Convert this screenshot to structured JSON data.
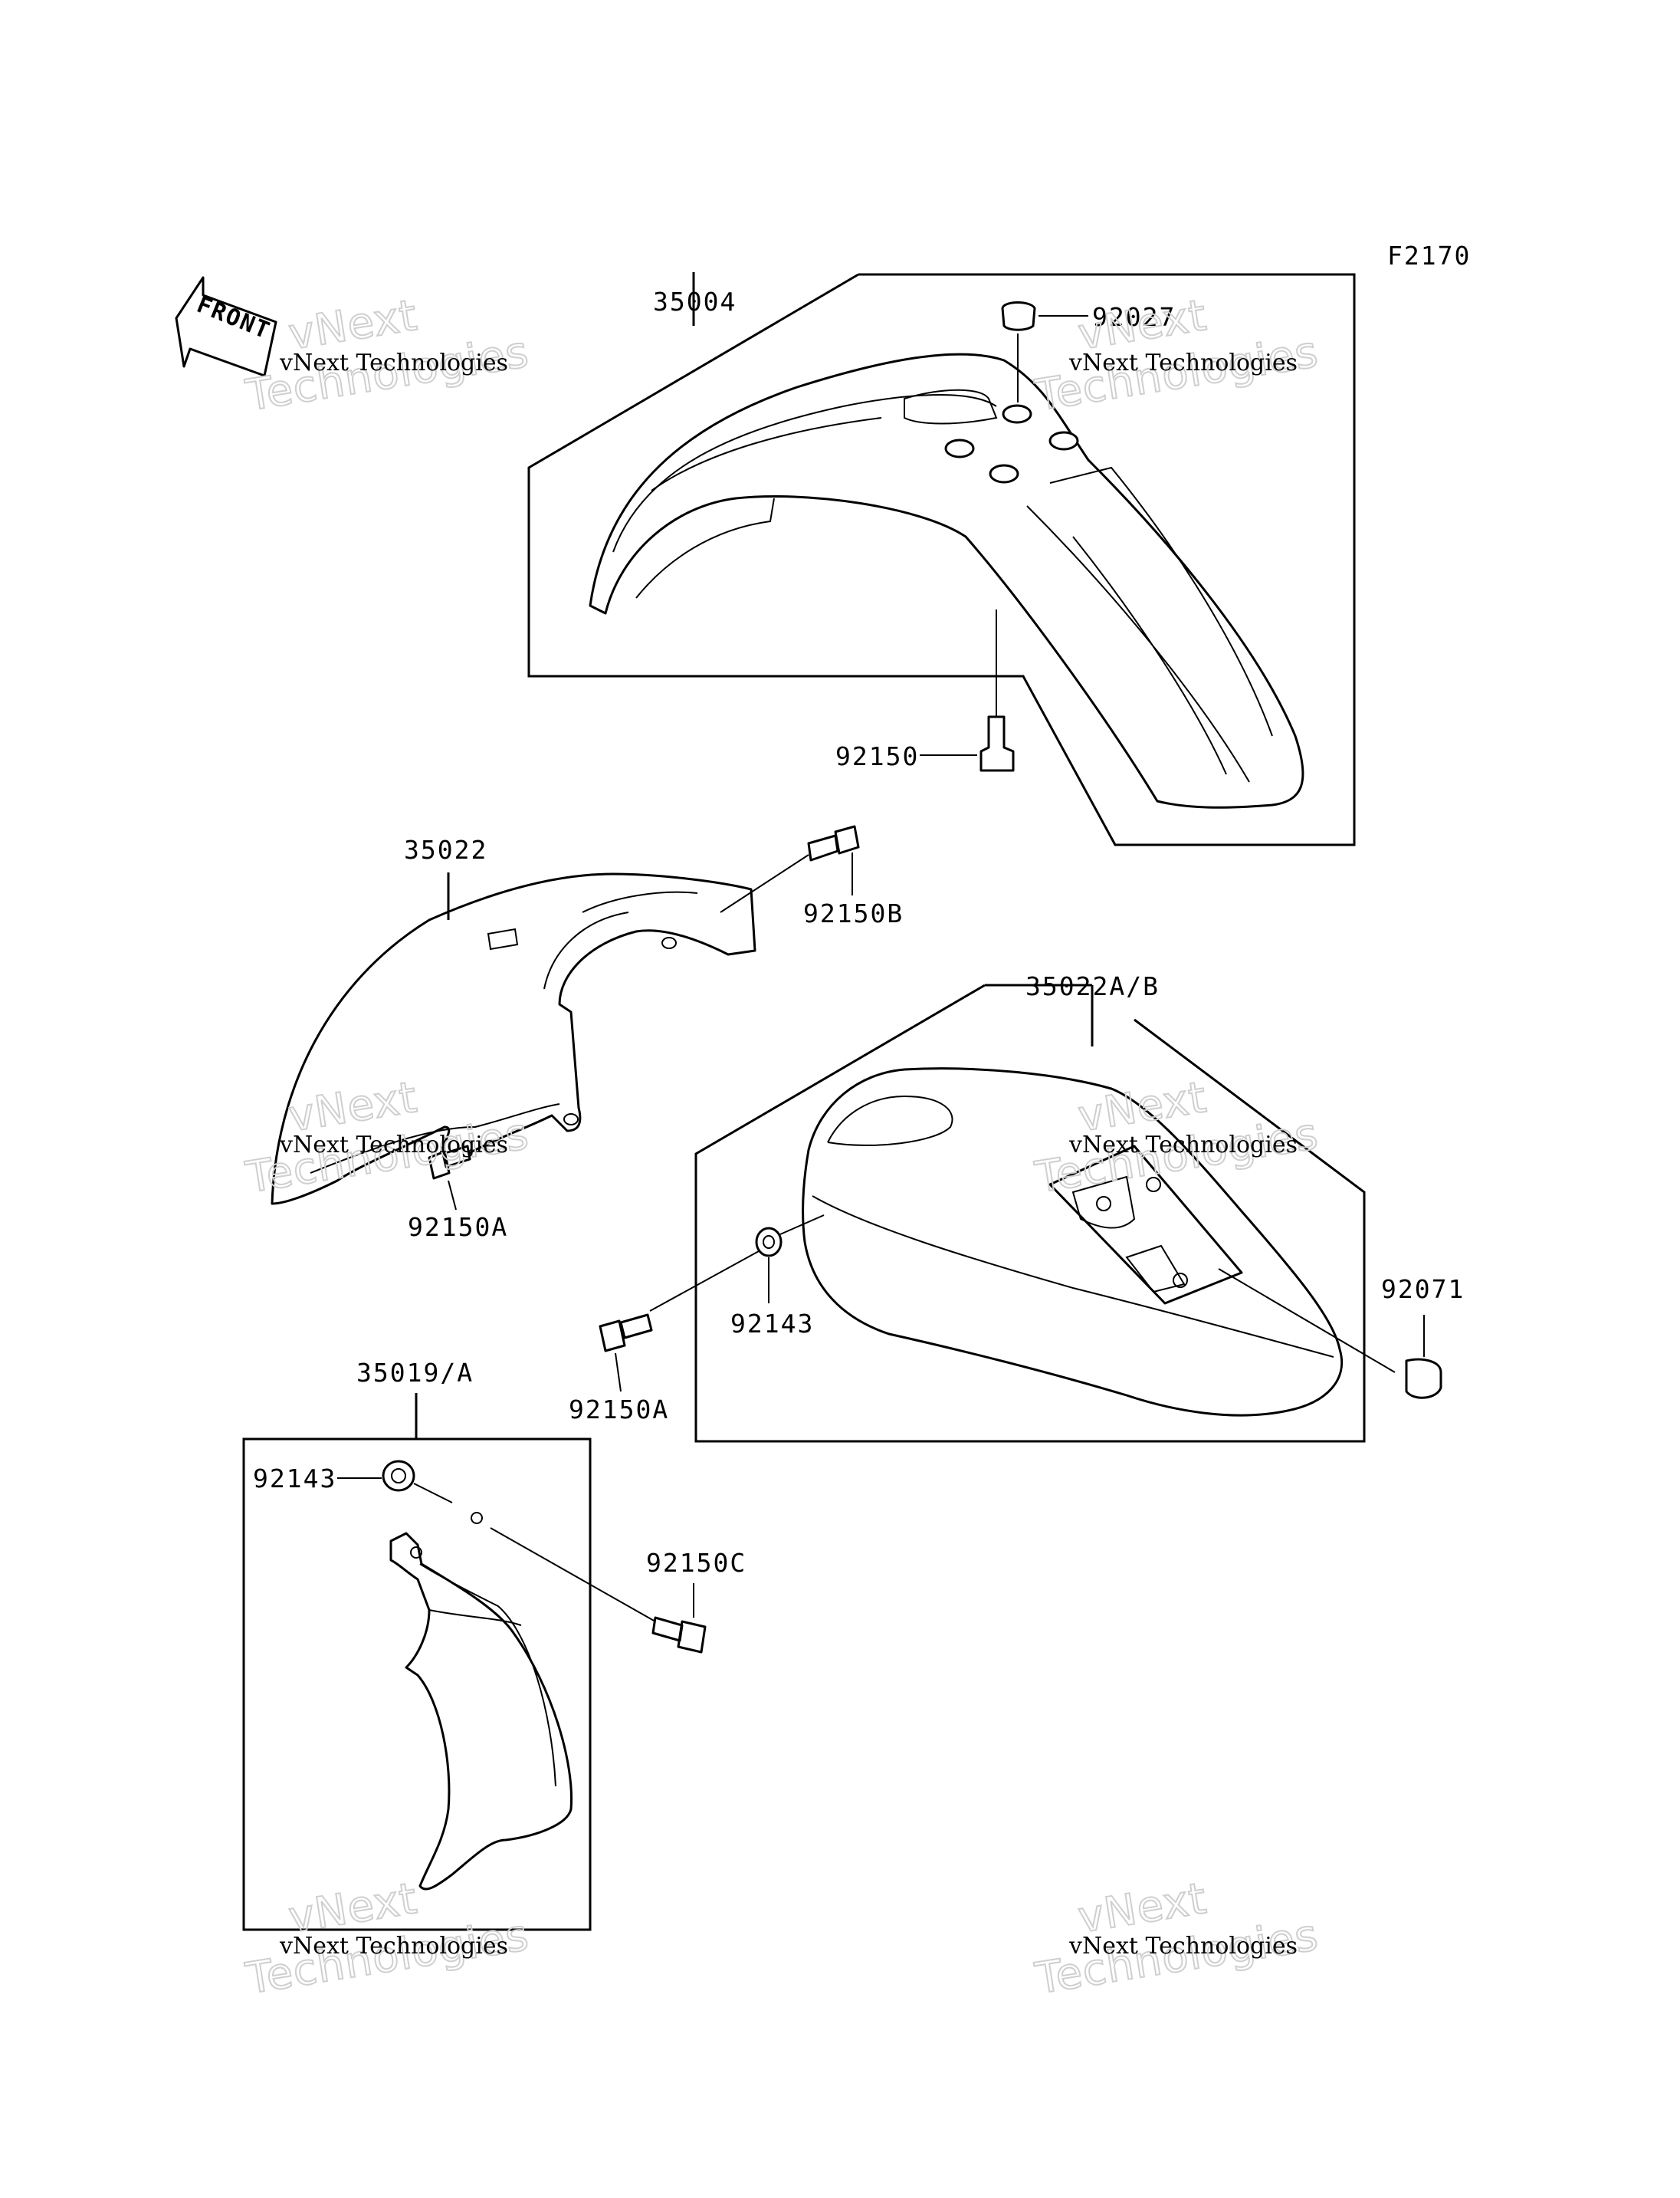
{
  "figure_code": "F2170",
  "front_label": "FRONT",
  "watermark": {
    "line1": "vNext Technologies",
    "line2": "Technologies",
    "line3": "vNext"
  },
  "parts": {
    "p35004": "35004",
    "p92027": "92027",
    "p92150": "92150",
    "p35022": "35022",
    "p92150B": "92150B",
    "p92150A_left": "92150A",
    "p35022AB": "35022A/B",
    "p92071": "92071",
    "p92143_mid": "92143",
    "p92150A_mid": "92150A",
    "p35019A": "35019/A",
    "p92143_low": "92143",
    "p92150C": "92150C"
  }
}
